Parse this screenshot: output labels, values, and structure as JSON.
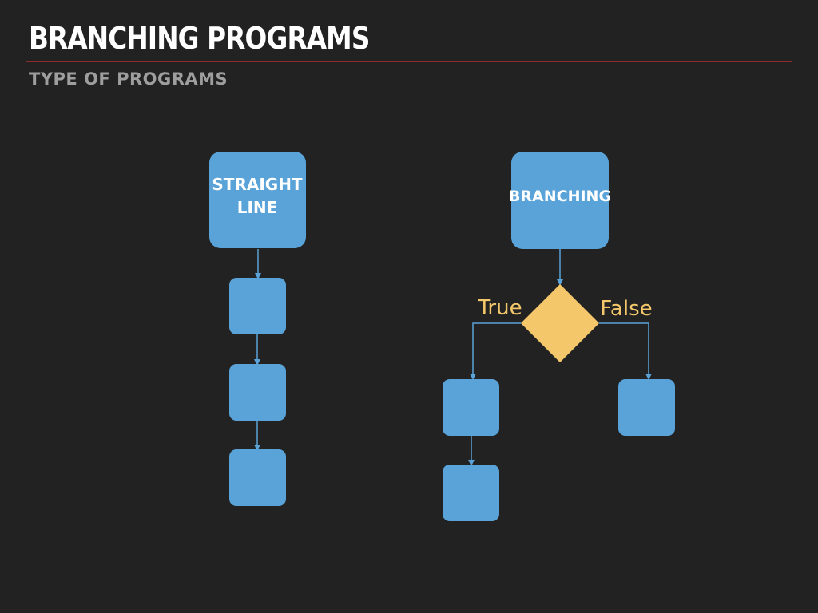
{
  "slide": {
    "title": "BRANCHING PROGRAMS",
    "subtitle": "TYPE OF PROGRAMS"
  },
  "diagram": {
    "straight_line": {
      "label_line1": "STRAIGHT",
      "label_line2": "LINE",
      "steps": 3
    },
    "branching": {
      "label": "BRANCHING",
      "true_label": "True",
      "false_label": "False",
      "true_steps": 2,
      "false_steps": 1
    }
  },
  "colors": {
    "background": "#222222",
    "node": "#5aa3d8",
    "decision": "#f4c86a",
    "connector": "#5aa3d8",
    "branch_text": "#f4c86a",
    "title_rule": "#8e2a2a"
  }
}
